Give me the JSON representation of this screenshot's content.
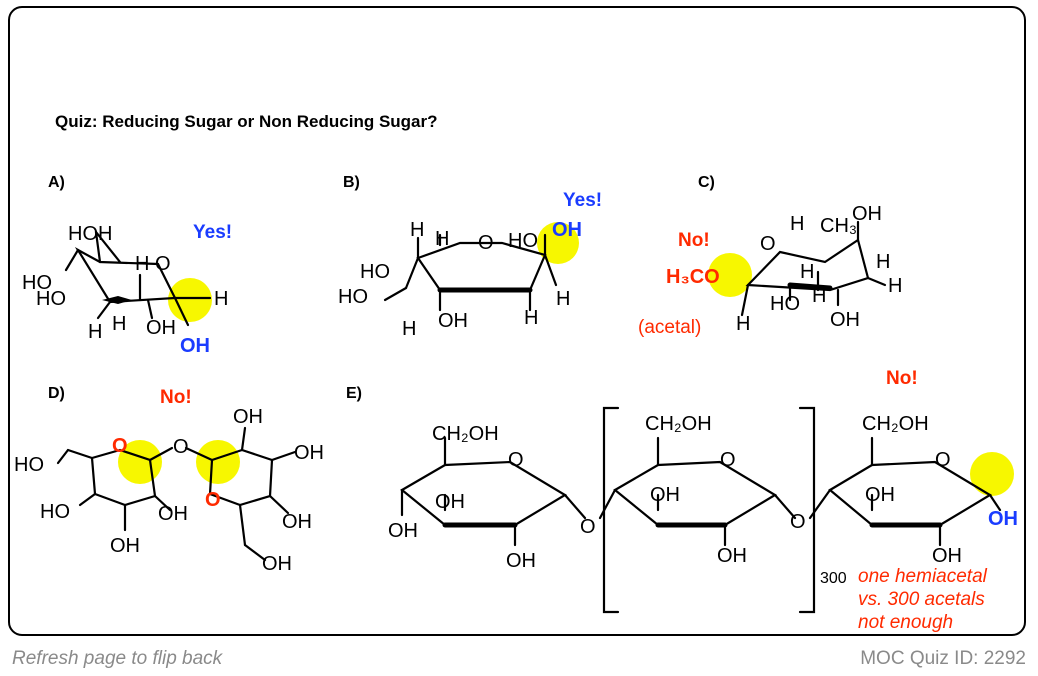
{
  "title": "Quiz: Reducing Sugar or Non Reducing Sugar?",
  "footer": {
    "left": "Refresh page to flip back",
    "right": "MOC Quiz ID: 2292"
  },
  "colors": {
    "yes": "#1a3cff",
    "no": "#ff2a00",
    "highlight": "#f7f700",
    "border": "#000000",
    "footer": "#8a8a8a"
  },
  "panels": {
    "A": {
      "label": "A)",
      "answer": "Yes!"
    },
    "B": {
      "label": "B)",
      "answer": "Yes!"
    },
    "C": {
      "label": "C)",
      "answer": "No!",
      "note": "(acetal)"
    },
    "D": {
      "label": "D)",
      "answer": "No!"
    },
    "E": {
      "label": "E)",
      "answer": "No!",
      "repeat": "300",
      "note": [
        "one hemiacetal",
        "vs. 300 acetals",
        "not enough"
      ]
    }
  },
  "atoms": {
    "OH": "OH",
    "HO": "HO",
    "H": "H",
    "O": "O",
    "CH2OH": "CH₂OH",
    "H3CO": "H₃CO",
    "CH3": "CH₃",
    "H_OH": "HOH"
  }
}
